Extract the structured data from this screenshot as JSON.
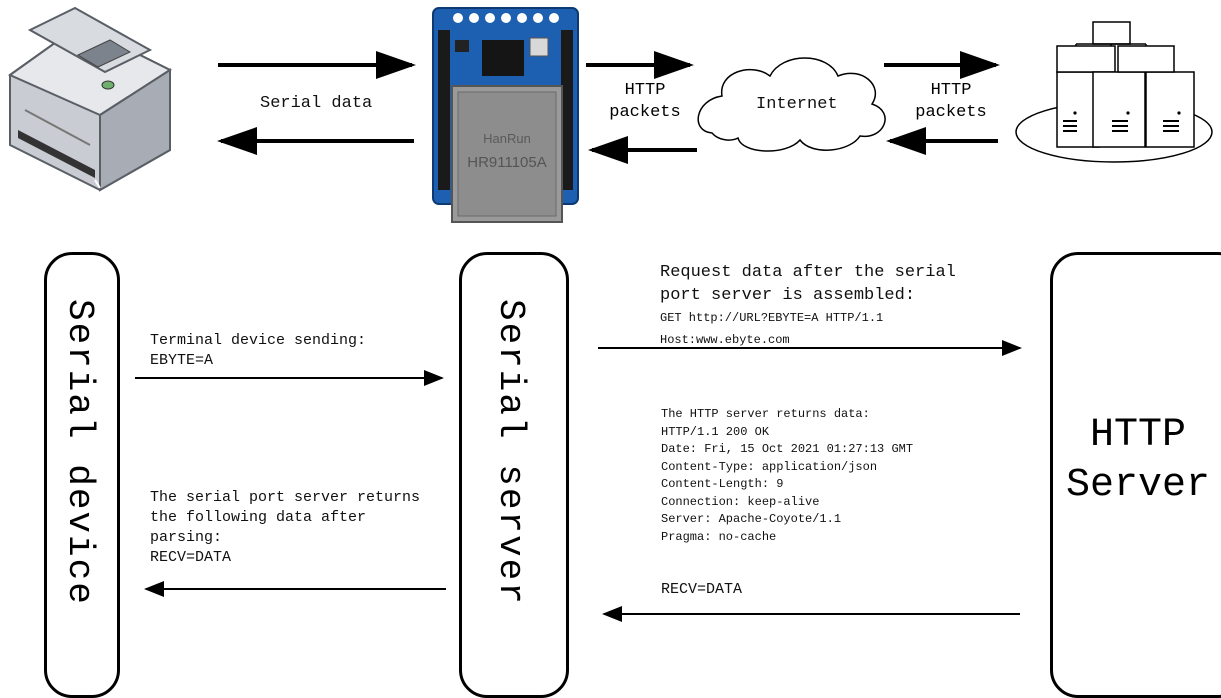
{
  "top": {
    "serial_data_label": "Serial data",
    "http_packets_left": [
      "HTTP",
      "packets"
    ],
    "internet_label": "Internet",
    "http_packets_right": [
      "HTTP",
      "packets"
    ],
    "module_brand": "HanRun",
    "module_part": "HR911105A"
  },
  "panels": {
    "serial_device": "Serial device",
    "serial_server": "Serial server",
    "http_server": [
      "HTTP",
      "Server"
    ]
  },
  "flows": {
    "terminal_sending": [
      "Terminal device sending:",
      "EBYTE=A"
    ],
    "server_returns": [
      "The serial port server returns",
      "the following data after",
      "parsing:",
      "RECV=DATA"
    ],
    "request_title": [
      "Request data after the serial",
      "port server is assembled:"
    ],
    "request_lines": [
      "GET http://URL?EBYTE=A HTTP/1.1",
      "Host:www.ebyte.com"
    ],
    "http_return_lines": [
      "The HTTP server returns data:",
      "HTTP/1.1 200 OK",
      "Date: Fri, 15 Oct 2021 01:27:13 GMT",
      "Content-Type: application/json",
      "Content-Length: 9",
      "Connection: keep-alive",
      "Server: Apache-Coyote/1.1",
      "Pragma: no-cache"
    ],
    "recv_data": "RECV=DATA"
  },
  "colors": {
    "pcb_blue": "#1d5fb0",
    "jack_grey": "#9a9a9a",
    "line": "#000000"
  }
}
